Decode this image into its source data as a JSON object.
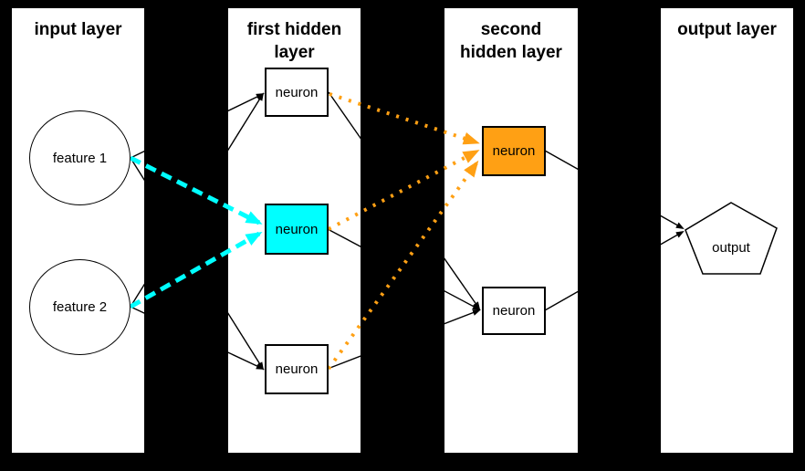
{
  "diagram": {
    "type": "neural-network-diagram",
    "background_color": "#000000",
    "panel_color": "#ffffff",
    "colors": {
      "highlight_cyan": "#00ffff",
      "highlight_orange": "#ffa014",
      "edge_black": "#000000",
      "text": "#000000"
    },
    "layers": [
      {
        "id": "input-layer",
        "title_lines": [
          "input layer"
        ]
      },
      {
        "id": "first-hidden-layer",
        "title_lines": [
          "first hidden",
          "layer"
        ]
      },
      {
        "id": "second-hidden-layer",
        "title_lines": [
          "second",
          "hidden layer"
        ]
      },
      {
        "id": "output-layer",
        "title_lines": [
          "output layer"
        ]
      }
    ],
    "nodes": {
      "feature1": {
        "label": "feature 1",
        "shape": "circle",
        "layer": "input-layer"
      },
      "feature2": {
        "label": "feature 2",
        "shape": "circle",
        "layer": "input-layer"
      },
      "h1_top": {
        "label": "neuron",
        "shape": "rect",
        "layer": "first-hidden-layer"
      },
      "h1_middle": {
        "label": "neuron",
        "shape": "rect",
        "layer": "first-hidden-layer",
        "fill": "#00ffff"
      },
      "h1_bottom": {
        "label": "neuron",
        "shape": "rect",
        "layer": "first-hidden-layer"
      },
      "h2_top": {
        "label": "neuron",
        "shape": "rect",
        "layer": "second-hidden-layer",
        "fill": "#ffa014"
      },
      "h2_bottom": {
        "label": "neuron",
        "shape": "rect",
        "layer": "second-hidden-layer"
      },
      "output": {
        "label": "output",
        "shape": "pentagon",
        "layer": "output-layer"
      }
    },
    "connections": [
      {
        "from": "feature1",
        "to": "h1_top",
        "style": "solid-black-arrow"
      },
      {
        "from": "feature1",
        "to": "h1_middle",
        "style": "dashed-cyan-arrow"
      },
      {
        "from": "feature1",
        "to": "h1_bottom",
        "style": "solid-black-arrow"
      },
      {
        "from": "feature2",
        "to": "h1_top",
        "style": "solid-black-arrow"
      },
      {
        "from": "feature2",
        "to": "h1_middle",
        "style": "dashed-cyan-arrow"
      },
      {
        "from": "feature2",
        "to": "h1_bottom",
        "style": "solid-black-arrow"
      },
      {
        "from": "h1_top",
        "to": "h2_top",
        "style": "dotted-orange-arrow"
      },
      {
        "from": "h1_top",
        "to": "h2_bottom",
        "style": "solid-black-arrow"
      },
      {
        "from": "h1_middle",
        "to": "h2_top",
        "style": "dotted-orange-arrow"
      },
      {
        "from": "h1_middle",
        "to": "h2_bottom",
        "style": "solid-black-arrow"
      },
      {
        "from": "h1_bottom",
        "to": "h2_top",
        "style": "dotted-orange-arrow"
      },
      {
        "from": "h1_bottom",
        "to": "h2_bottom",
        "style": "solid-black-arrow"
      },
      {
        "from": "h2_top",
        "to": "output",
        "style": "solid-black-arrow"
      },
      {
        "from": "h2_bottom",
        "to": "output",
        "style": "solid-black-arrow"
      }
    ]
  }
}
